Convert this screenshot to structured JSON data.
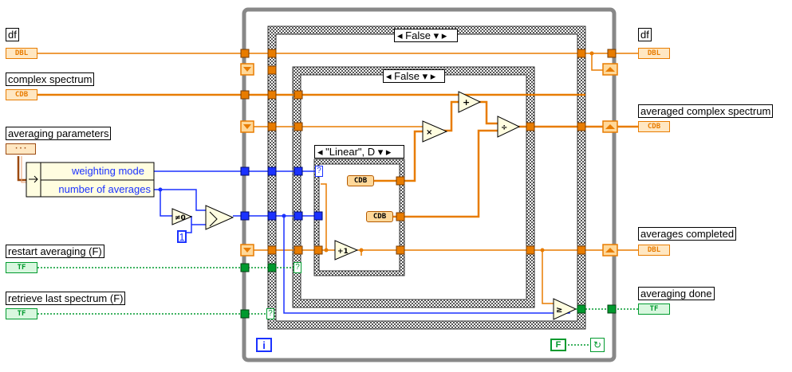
{
  "controls": {
    "df": {
      "label": "df",
      "type": "DBL"
    },
    "complex_spectrum": {
      "label": "complex spectrum",
      "type": "CDB"
    },
    "averaging_parameters": {
      "label": "averaging parameters",
      "type": "···"
    },
    "restart_averaging": {
      "label": "restart averaging (F)",
      "type": "TF"
    },
    "retrieve_last_spectrum": {
      "label": "retrieve last spectrum (F)",
      "type": "TF"
    }
  },
  "indicators": {
    "df": {
      "label": "df",
      "type": "DBL"
    },
    "averaged_complex_spectrum": {
      "label": "averaged complex spectrum",
      "type": "CDB"
    },
    "averages_completed": {
      "label": "averages completed",
      "type": "DBL"
    },
    "averaging_done": {
      "label": "averaging done",
      "type": "TF"
    }
  },
  "unbundle": {
    "items": [
      "weighting mode",
      "number of averages"
    ]
  },
  "case_structures": {
    "outer_selector": "False",
    "inner_selector": "False",
    "linear_selector": "\"Linear\", D"
  },
  "nodes": {
    "not_equal_zero": "≠0",
    "select": "?",
    "const_one": "1",
    "increment": "+1",
    "multiply": "×",
    "add": "+",
    "divide": "÷",
    "gte": "≥",
    "cdb_const_1": "CDB",
    "cdb_const_2": "CDB",
    "question_mark": "?"
  },
  "loop": {
    "iteration_terminal": "i",
    "stop_constant": "F"
  },
  "colors": {
    "double_wire": "#e87c00",
    "integer_wire": "#1b32ff",
    "boolean_wire": "#009a2e",
    "cluster_wire": "#9c4a10",
    "structure_border": "#7f7f7f"
  }
}
